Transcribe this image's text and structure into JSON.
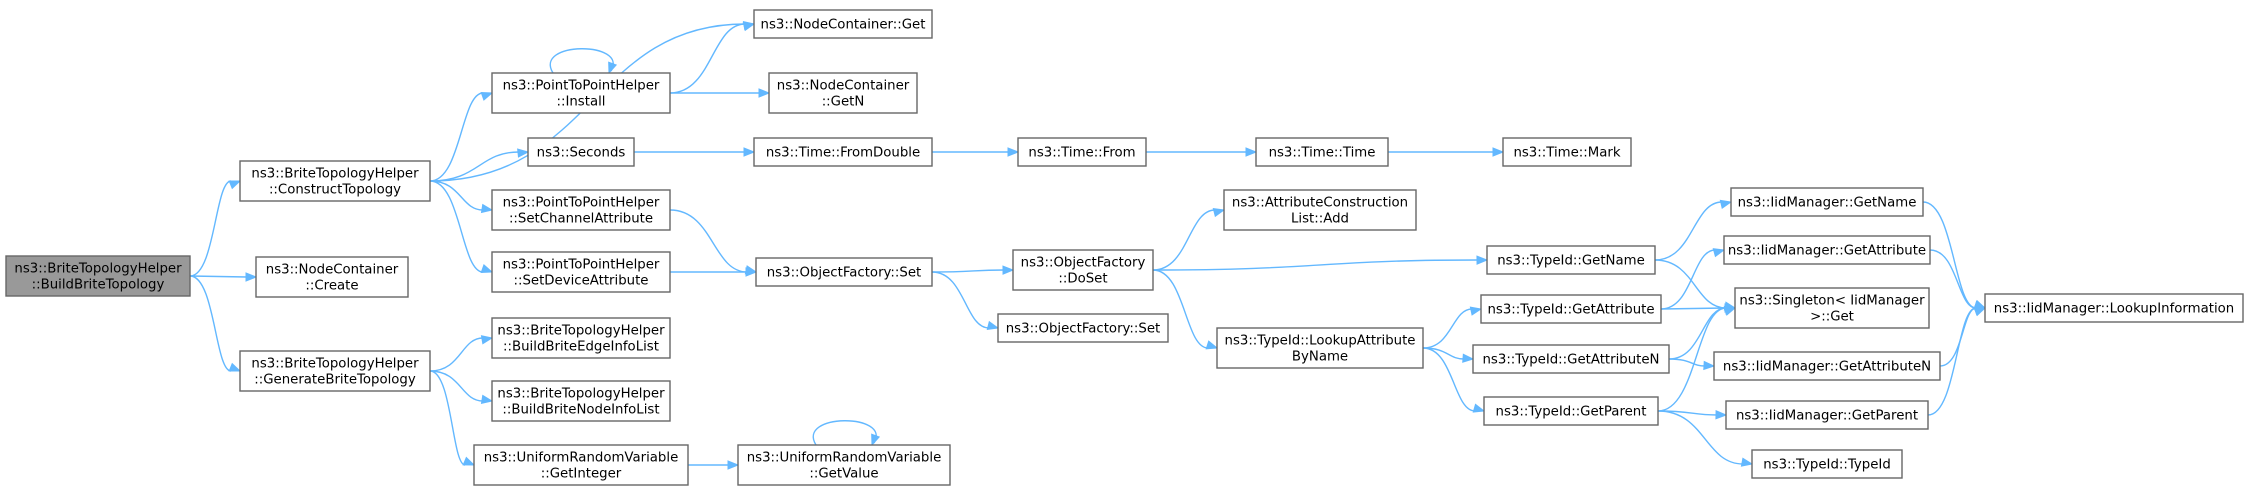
{
  "nodes": [
    {
      "id": "root",
      "lines": [
        "ns3::BriteTopologyHelper",
        "::BuildBriteTopology"
      ]
    },
    {
      "id": "construct",
      "lines": [
        "ns3::BriteTopologyHelper",
        "::ConstructTopology"
      ]
    },
    {
      "id": "ncreate",
      "lines": [
        "ns3::NodeContainer",
        "::Create"
      ]
    },
    {
      "id": "generate",
      "lines": [
        "ns3::BriteTopologyHelper",
        "::GenerateBriteTopology"
      ]
    },
    {
      "id": "ncget",
      "lines": [
        "ns3::NodeContainer::Get"
      ]
    },
    {
      "id": "p2pinstall",
      "lines": [
        "ns3::PointToPointHelper",
        "::Install"
      ]
    },
    {
      "id": "ncgetn",
      "lines": [
        "ns3::NodeContainer",
        "::GetN"
      ]
    },
    {
      "id": "seconds",
      "lines": [
        "ns3::Seconds"
      ]
    },
    {
      "id": "fromdouble",
      "lines": [
        "ns3::Time::FromDouble"
      ]
    },
    {
      "id": "from",
      "lines": [
        "ns3::Time::From"
      ]
    },
    {
      "id": "time",
      "lines": [
        "ns3::Time::Time"
      ]
    },
    {
      "id": "mark",
      "lines": [
        "ns3::Time::Mark"
      ]
    },
    {
      "id": "setchan",
      "lines": [
        "ns3::PointToPointHelper",
        "::SetChannelAttribute"
      ]
    },
    {
      "id": "setdev",
      "lines": [
        "ns3::PointToPointHelper",
        "::SetDeviceAttribute"
      ]
    },
    {
      "id": "ofset",
      "lines": [
        "ns3::ObjectFactory::Set"
      ]
    },
    {
      "id": "ofdoset",
      "lines": [
        "ns3::ObjectFactory",
        "::DoSet"
      ]
    },
    {
      "id": "ofset2",
      "lines": [
        "ns3::ObjectFactory::Set"
      ]
    },
    {
      "id": "acladd",
      "lines": [
        "ns3::AttributeConstruction",
        "List::Add"
      ]
    },
    {
      "id": "tidgetname",
      "lines": [
        "ns3::TypeId::GetName"
      ]
    },
    {
      "id": "lookupattr",
      "lines": [
        "ns3::TypeId::LookupAttribute",
        "ByName"
      ]
    },
    {
      "id": "tidgetattr",
      "lines": [
        "ns3::TypeId::GetAttribute"
      ]
    },
    {
      "id": "tidgetattrn",
      "lines": [
        "ns3::TypeId::GetAttributeN"
      ]
    },
    {
      "id": "tidgetparent",
      "lines": [
        "ns3::TypeId::GetParent"
      ]
    },
    {
      "id": "imgetname",
      "lines": [
        "ns3::IidManager::GetName"
      ]
    },
    {
      "id": "imgetattr",
      "lines": [
        "ns3::IidManager::GetAttribute"
      ]
    },
    {
      "id": "singleton",
      "lines": [
        "ns3::Singleton< IidManager",
        " >::Get"
      ]
    },
    {
      "id": "imgetattrn",
      "lines": [
        "ns3::IidManager::GetAttributeN"
      ]
    },
    {
      "id": "imgetparent",
      "lines": [
        "ns3::IidManager::GetParent"
      ]
    },
    {
      "id": "tidtypeid",
      "lines": [
        "ns3::TypeId::TypeId"
      ]
    },
    {
      "id": "imlookup",
      "lines": [
        "ns3::IidManager::LookupInformation"
      ]
    },
    {
      "id": "edgeinfo",
      "lines": [
        "ns3::BriteTopologyHelper",
        "::BuildBriteEdgeInfoList"
      ]
    },
    {
      "id": "nodeinfo",
      "lines": [
        "ns3::BriteTopologyHelper",
        "::BuildBriteNodeInfoList"
      ]
    },
    {
      "id": "urvgetint",
      "lines": [
        "ns3::UniformRandomVariable",
        "::GetInteger"
      ]
    },
    {
      "id": "urvgetval",
      "lines": [
        "ns3::UniformRandomVariable",
        "::GetValue"
      ]
    }
  ],
  "edges": [
    [
      "root",
      "construct"
    ],
    [
      "root",
      "ncreate"
    ],
    [
      "root",
      "generate"
    ],
    [
      "construct",
      "ncget"
    ],
    [
      "construct",
      "p2pinstall"
    ],
    [
      "construct",
      "seconds"
    ],
    [
      "construct",
      "setchan"
    ],
    [
      "construct",
      "setdev"
    ],
    [
      "p2pinstall",
      "p2pinstall"
    ],
    [
      "p2pinstall",
      "ncget"
    ],
    [
      "p2pinstall",
      "ncgetn"
    ],
    [
      "seconds",
      "fromdouble"
    ],
    [
      "fromdouble",
      "from"
    ],
    [
      "from",
      "time"
    ],
    [
      "time",
      "mark"
    ],
    [
      "setchan",
      "ofset"
    ],
    [
      "setdev",
      "ofset"
    ],
    [
      "ofset",
      "ofdoset"
    ],
    [
      "ofset",
      "ofset2"
    ],
    [
      "ofdoset",
      "acladd"
    ],
    [
      "ofdoset",
      "tidgetname"
    ],
    [
      "ofdoset",
      "lookupattr"
    ],
    [
      "tidgetname",
      "imgetname"
    ],
    [
      "tidgetname",
      "singleton"
    ],
    [
      "lookupattr",
      "tidgetattr"
    ],
    [
      "lookupattr",
      "tidgetattrn"
    ],
    [
      "lookupattr",
      "tidgetparent"
    ],
    [
      "tidgetattr",
      "imgetattr"
    ],
    [
      "tidgetattr",
      "singleton"
    ],
    [
      "tidgetattrn",
      "singleton"
    ],
    [
      "tidgetattrn",
      "imgetattrn"
    ],
    [
      "tidgetparent",
      "singleton"
    ],
    [
      "tidgetparent",
      "imgetparent"
    ],
    [
      "tidgetparent",
      "tidtypeid"
    ],
    [
      "imgetname",
      "imlookup"
    ],
    [
      "imgetattr",
      "imlookup"
    ],
    [
      "imgetattrn",
      "imlookup"
    ],
    [
      "imgetparent",
      "imlookup"
    ],
    [
      "generate",
      "edgeinfo"
    ],
    [
      "generate",
      "nodeinfo"
    ],
    [
      "generate",
      "urvgetint"
    ],
    [
      "urvgetint",
      "urvgetval"
    ],
    [
      "urvgetval",
      "urvgetval"
    ]
  ]
}
